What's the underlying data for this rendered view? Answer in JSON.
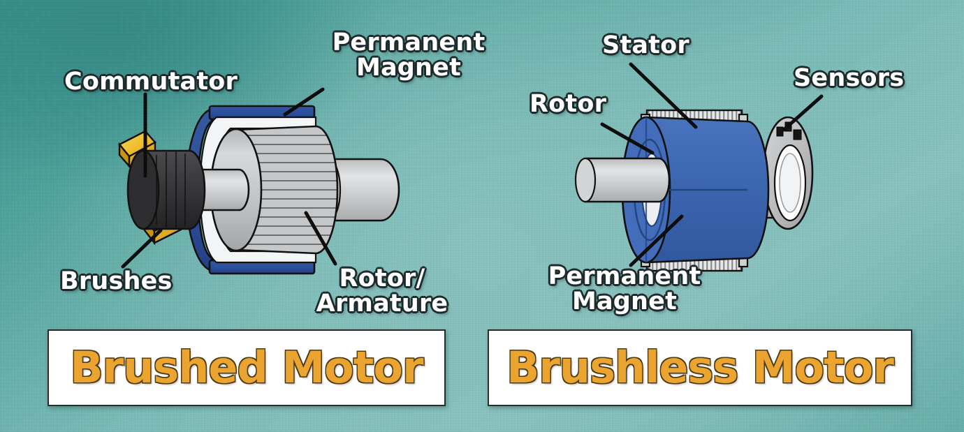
{
  "diagram": {
    "title_left": "Brushed Motor",
    "title_right": "Brushless Motor",
    "background_color": "#76bcb8",
    "label_color": "#ffffff",
    "caption_text_color": "#eba42f",
    "caption_box_color": "#ffffff"
  },
  "left_motor": {
    "caption": "Brushed Motor",
    "labels": [
      {
        "id": "commutator",
        "text": "Commutator"
      },
      {
        "id": "permanent-magnet",
        "text": "Permanent\nMagnet"
      },
      {
        "id": "brushes",
        "text": "Brushes"
      },
      {
        "id": "rotor-armature",
        "text": "Rotor/\nArmature"
      }
    ],
    "parts": {
      "magnet_color": "#2d4f9e",
      "rotor_color": "#c0c2c4",
      "shaft_color": "#c9cbcd",
      "commutator_color": "#3a3a3c",
      "brush_color": "#f0c030",
      "rotor_laminations": 14
    }
  },
  "right_motor": {
    "caption": "Brushless Motor",
    "labels": [
      {
        "id": "stator",
        "text": "Stator"
      },
      {
        "id": "rotor",
        "text": "Rotor"
      },
      {
        "id": "sensors",
        "text": "Sensors"
      },
      {
        "id": "permanent-magnet",
        "text": "Permanent\nMagnet"
      }
    ],
    "parts": {
      "rotor_color": "#3c66b0",
      "stator_color": "#b9bbbd",
      "shaft_color": "#c9cbcd",
      "sensor_disc_color": "#b8babc",
      "sensor_chip_color": "#151515",
      "sensor_chip_count": 3,
      "stator_teeth": 26
    }
  }
}
